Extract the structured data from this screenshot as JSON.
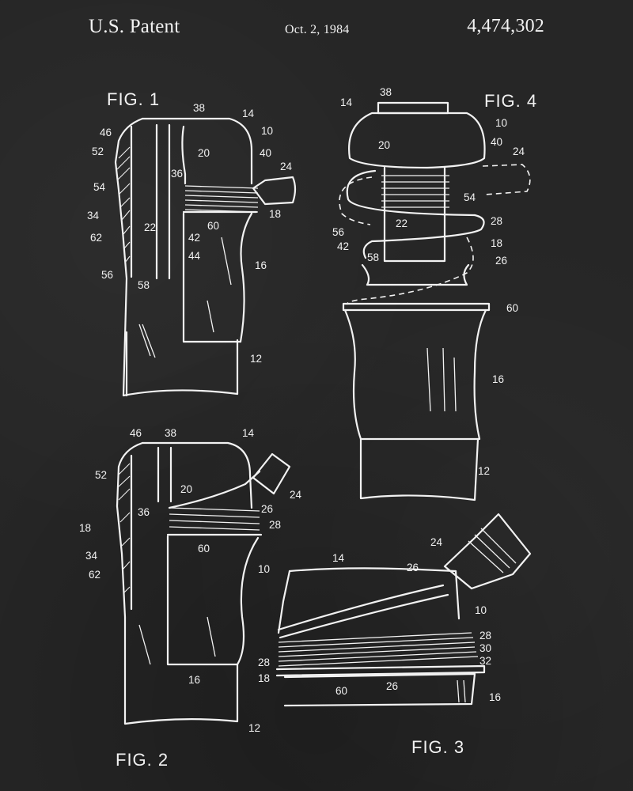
{
  "header": {
    "left": "U.S. Patent",
    "date": "Oct. 2, 1984",
    "number": "4,474,302"
  },
  "figures": {
    "fig1": "FIG. 1",
    "fig2": "FIG. 2",
    "fig3": "FIG. 3",
    "fig4": "FIG. 4"
  },
  "fig1_refs": [
    "38",
    "14",
    "10",
    "46",
    "52",
    "20",
    "40",
    "36",
    "24",
    "54",
    "34",
    "18",
    "60",
    "62",
    "22",
    "42",
    "44",
    "16",
    "56",
    "58",
    "12"
  ],
  "fig4_refs": [
    "38",
    "14",
    "10",
    "40",
    "20",
    "24",
    "54",
    "28",
    "22",
    "56",
    "42",
    "18",
    "58",
    "26",
    "60",
    "16",
    "12"
  ],
  "fig2_refs": [
    "46",
    "38",
    "14",
    "24",
    "52",
    "20",
    "26",
    "36",
    "28",
    "18",
    "60",
    "34",
    "62",
    "10",
    "16",
    "12"
  ],
  "fig3_refs": [
    "24",
    "14",
    "26",
    "10",
    "28",
    "30",
    "32",
    "28",
    "18",
    "60",
    "26",
    "16"
  ],
  "colors": {
    "background": "#262626",
    "ink": "#f2f2f2"
  }
}
